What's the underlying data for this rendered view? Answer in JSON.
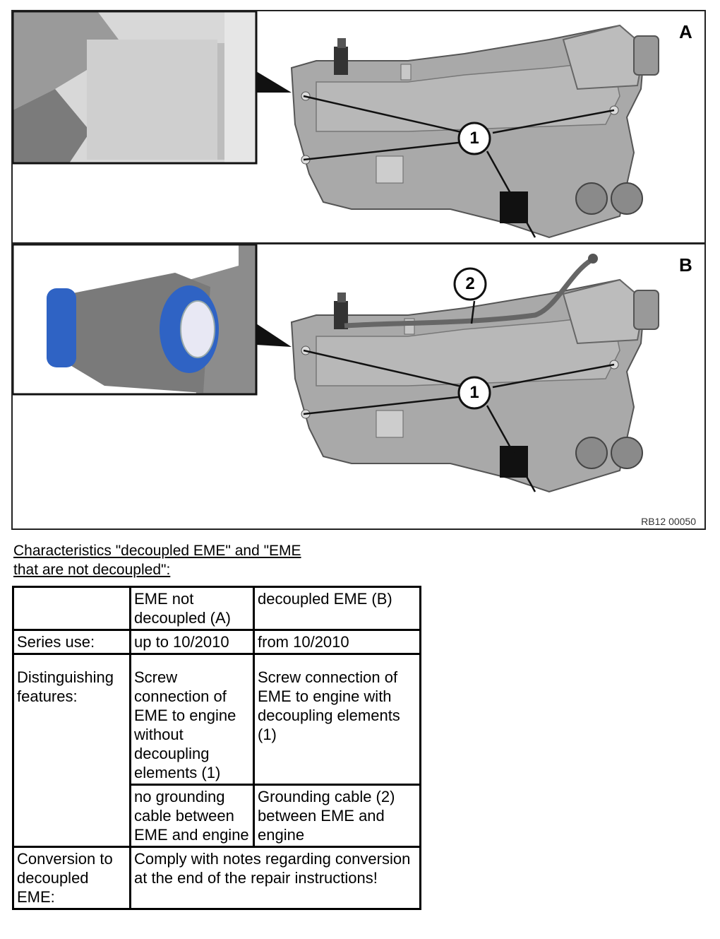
{
  "figure": {
    "panel_a_label": "A",
    "panel_b_label": "B",
    "callout_1": "1",
    "callout_2": "2",
    "figure_code": "RB12 00050",
    "colors": {
      "housing": "#a9a9a9",
      "housing_dark": "#6f6f6f",
      "decoupling_element": "#2f63c4"
    }
  },
  "caption": {
    "line1": "Characteristics \"decoupled EME\" and \"EME",
    "line2": "that are not decoupled\":"
  },
  "table": {
    "header": {
      "col2": "EME not decoupled (A)",
      "col3": "decoupled EME (B)"
    },
    "rows": {
      "series": {
        "label": "Series use:",
        "a": "up to 10/2010",
        "b": "from 10/2010"
      },
      "features": {
        "label": "Distinguishing features:",
        "a1": "Screw connection of EME to engine without decoupling elements (1)",
        "b1": "Screw connection of EME to engine with decoupling elements (1)",
        "a2": "no grounding cable between EME and engine",
        "b2": "Grounding cable (2) between EME and engine"
      },
      "conversion": {
        "label": "Conversion to decoupled EME:",
        "value": "Comply with notes regarding conversion at the end of the repair instructions!"
      }
    }
  }
}
